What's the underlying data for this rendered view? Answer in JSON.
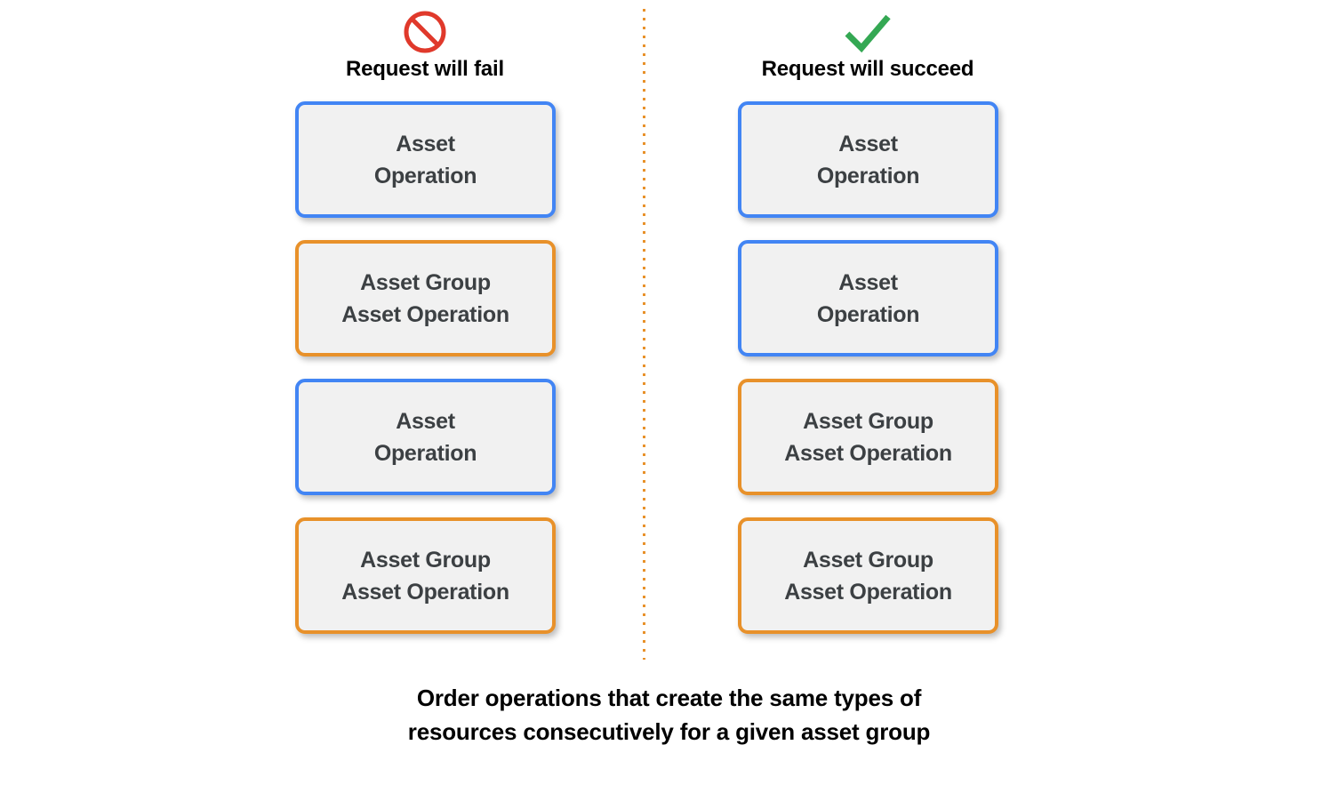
{
  "colors": {
    "asset_border": "#4285f4",
    "asset_group_border": "#e8912a",
    "box_fill": "#f1f1f1",
    "box_text": "#3c4043",
    "fail_icon": "#e0392b",
    "success_icon": "#34a853",
    "divider": "#e8912a",
    "background": "#ffffff",
    "heading_text": "#000000"
  },
  "columns": [
    {
      "id": "fail",
      "title": "Request will fail",
      "icon": "prohibition-icon",
      "icon_color": "#e0392b",
      "boxes": [
        {
          "label": "Asset\nOperation",
          "kind": "asset"
        },
        {
          "label": "Asset Group\nAsset Operation",
          "kind": "asset-group"
        },
        {
          "label": "Asset\nOperation",
          "kind": "asset"
        },
        {
          "label": "Asset Group\nAsset Operation",
          "kind": "asset-group"
        }
      ]
    },
    {
      "id": "succeed",
      "title": "Request will succeed",
      "icon": "checkmark-icon",
      "icon_color": "#34a853",
      "boxes": [
        {
          "label": "Asset\nOperation",
          "kind": "asset"
        },
        {
          "label": "Asset\nOperation",
          "kind": "asset"
        },
        {
          "label": "Asset Group\nAsset Operation",
          "kind": "asset-group"
        },
        {
          "label": "Asset Group\nAsset Operation",
          "kind": "asset-group"
        }
      ]
    }
  ],
  "caption": "Order operations that create the same types of\nresources consecutively for a given asset group"
}
